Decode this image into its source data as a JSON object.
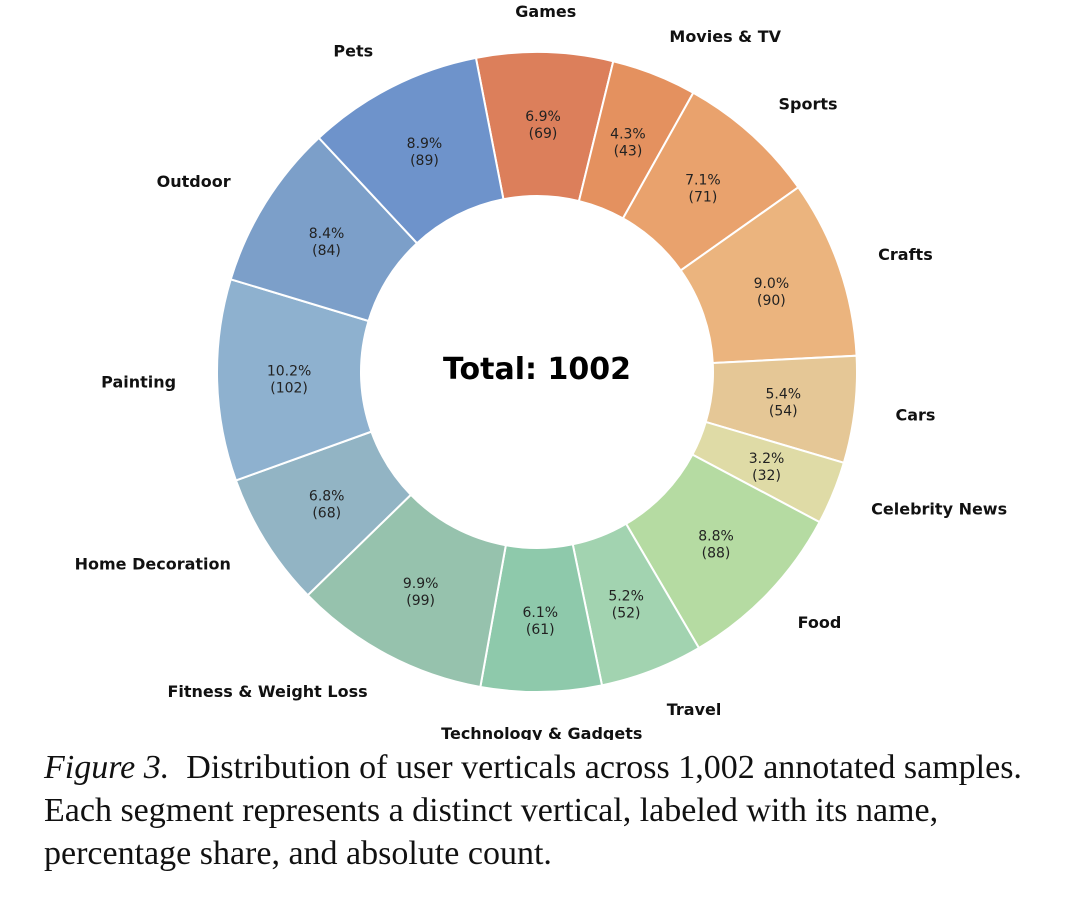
{
  "chart_data": {
    "type": "pie",
    "style": "donut",
    "center_label": "Total: 1002",
    "start_angle_deg": -11,
    "direction": "clockwise",
    "slices": [
      {
        "label": "Games",
        "value": 69,
        "percent": "6.9%",
        "count": "(69)",
        "color": "#dc7f5b"
      },
      {
        "label": "Movies & TV",
        "value": 43,
        "percent": "4.3%",
        "count": "(43)",
        "color": "#e4915f"
      },
      {
        "label": "Sports",
        "value": 71,
        "percent": "7.1%",
        "count": "(71)",
        "color": "#e9a26d"
      },
      {
        "label": "Crafts",
        "value": 90,
        "percent": "9.0%",
        "count": "(90)",
        "color": "#ebb47e"
      },
      {
        "label": "Cars",
        "value": 54,
        "percent": "5.4%",
        "count": "(54)",
        "color": "#e5c796"
      },
      {
        "label": "Celebrity News",
        "value": 32,
        "percent": "3.2%",
        "count": "(32)",
        "color": "#dfdba6"
      },
      {
        "label": "Food",
        "value": 88,
        "percent": "8.8%",
        "count": "(88)",
        "color": "#b5dba2"
      },
      {
        "label": "Travel",
        "value": 52,
        "percent": "5.2%",
        "count": "(52)",
        "color": "#a2d3b0"
      },
      {
        "label": "Technology & Gadgets",
        "value": 61,
        "percent": "6.1%",
        "count": "(61)",
        "color": "#8ec9ab"
      },
      {
        "label": "Fitness & Weight Loss",
        "value": 99,
        "percent": "9.9%",
        "count": "(99)",
        "color": "#96c2ad"
      },
      {
        "label": "Home Decoration",
        "value": 68,
        "percent": "6.8%",
        "count": "(68)",
        "color": "#92b4c4"
      },
      {
        "label": "Painting",
        "value": 102,
        "percent": "10.2%",
        "count": "(102)",
        "color": "#8eb1cf"
      },
      {
        "label": "Outdoor",
        "value": 84,
        "percent": "8.4%",
        "count": "(84)",
        "color": "#7c9fc9"
      },
      {
        "label": "Pets",
        "value": 89,
        "percent": "8.9%",
        "count": "(89)",
        "color": "#6e93cb"
      }
    ]
  },
  "caption": {
    "figure_label": "Figure 3.",
    "text": "Distribution of user verticals across 1,002 annotated samples. Each segment represents a distinct vertical, labeled with its name, percentage share, and absolute count."
  }
}
